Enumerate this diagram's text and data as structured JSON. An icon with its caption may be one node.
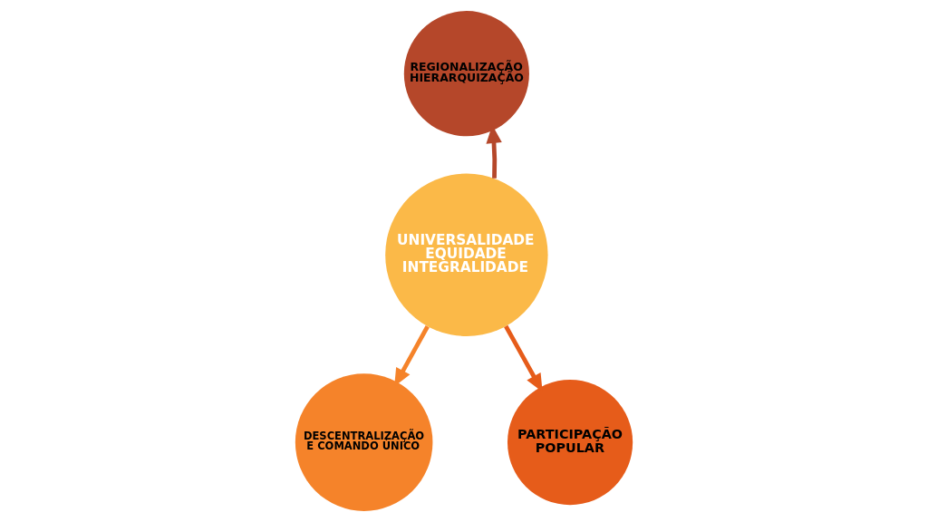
{
  "diagram": {
    "nodes": [
      {
        "text": [
          "UNIVERSALIDADE",
          "EQUIDADE",
          "INTEGRALIDADE"
        ]
      },
      {
        "text": [
          "REGIONALIZAÇÃO HIERARQUIZAÇÃO"
        ]
      },
      {
        "text": [
          "DESCENTRALIZAÇÃO E COMANDO ÚNICO"
        ]
      },
      {
        "text": [
          "PARTICIPAÇÃO POPULAR"
        ]
      }
    ],
    "edges": [
      {
        "from": 0,
        "to": 1,
        "arrow": "to",
        "color": "#b5472a"
      },
      {
        "from": 0,
        "to": 2,
        "arrow": "to",
        "color": "#f5832a"
      },
      {
        "from": 0,
        "to": 3,
        "arrow": "to",
        "color": "#e65c1a"
      }
    ]
  }
}
